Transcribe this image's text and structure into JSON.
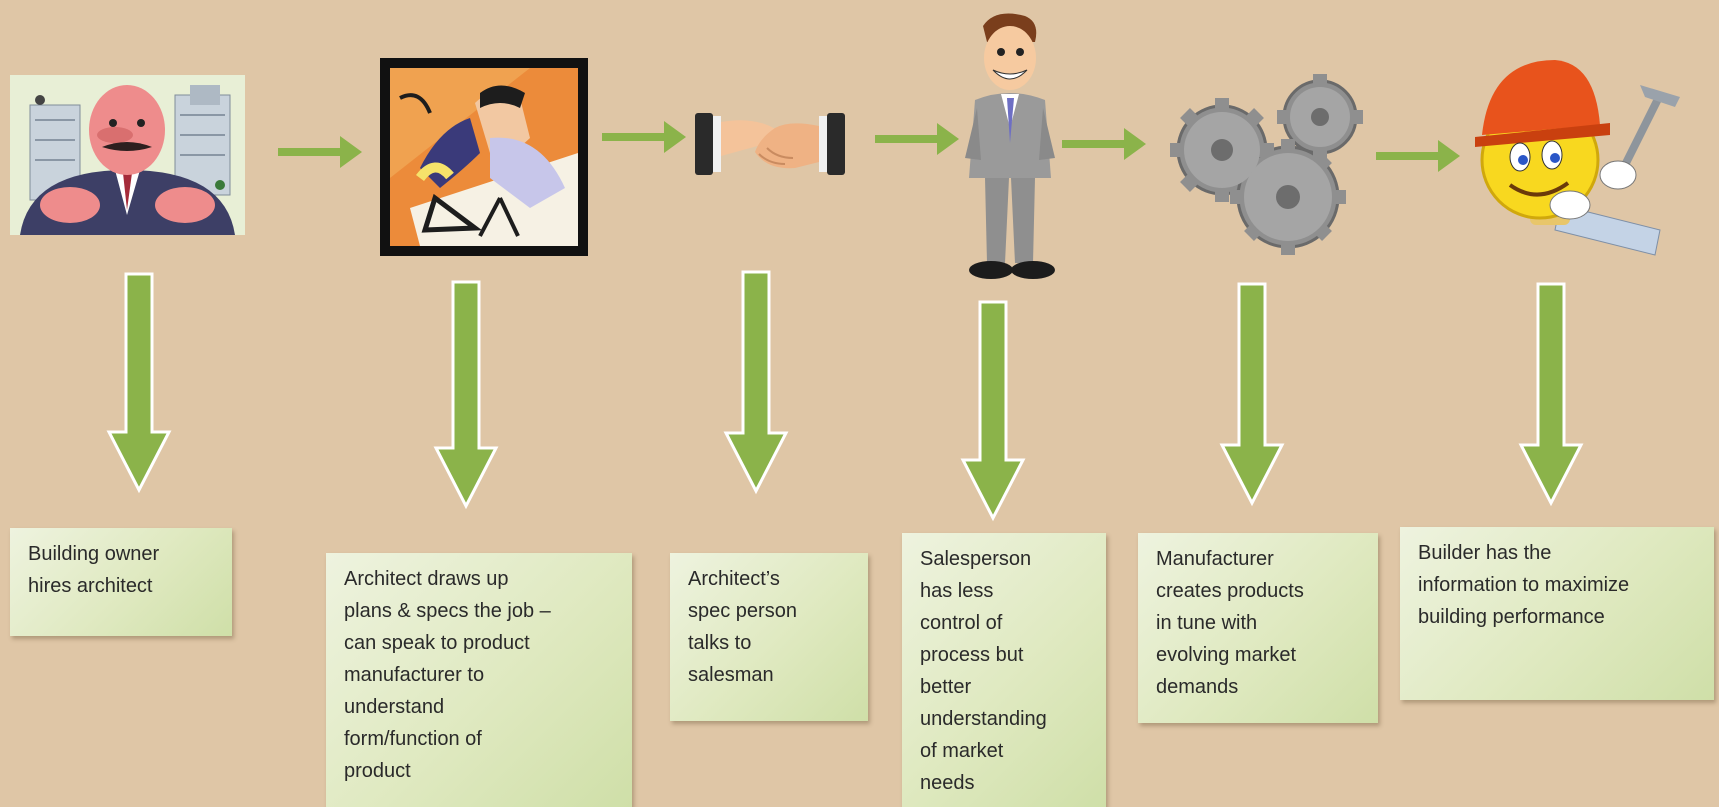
{
  "colors": {
    "background": "#dfc6a6",
    "arrow_fill": "#8bb34a",
    "arrow_stroke": "#ffffff",
    "box_light": "#eef3df",
    "box_dark": "#cfdfa8"
  },
  "steps": [
    {
      "icon": "building-owner-icon",
      "text": "Building owner\nhires architect"
    },
    {
      "icon": "architect-drafting-icon",
      "text": "Architect draws up\nplans & specs the job –\ncan speak to product\nmanufacturer to\nunderstand\nform/function of\nproduct"
    },
    {
      "icon": "handshake-icon",
      "text": "Architect’s\nspec person\ntalks to\nsalesman"
    },
    {
      "icon": "salesperson-icon",
      "text": "Salesperson\nhas less\ncontrol of\nprocess but\nbetter\nunderstanding\nof market\nneeds"
    },
    {
      "icon": "gears-icon",
      "text": "Manufacturer\ncreates products\nin tune with\nevolving market\ndemands"
    },
    {
      "icon": "builder-smiley-icon",
      "text": "Builder has the\ninformation to maximize\nbuilding performance"
    }
  ]
}
